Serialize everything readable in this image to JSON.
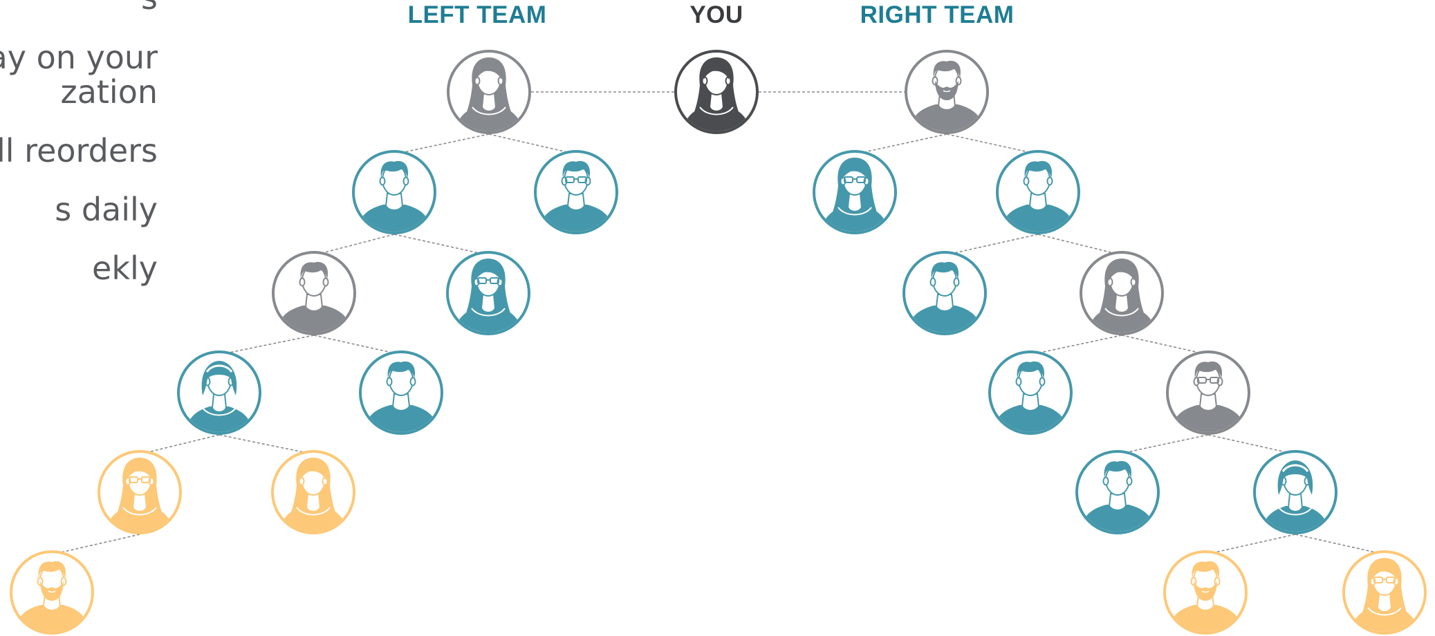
{
  "bullets": [
    {
      "text": "s"
    },
    {
      "text": "ay on your"
    },
    {
      "text": "zation"
    },
    {
      "text": "ll reorders"
    },
    {
      "text": "s daily"
    },
    {
      "text": "ekly"
    }
  ],
  "headers": {
    "left_team": "LEFT TEAM",
    "you": "YOU",
    "right_team": "RIGHT TEAM"
  },
  "colors": {
    "teal": "#4598ab",
    "gray": "#86898d",
    "dark": "#4a4c4f",
    "gold": "#fdc877",
    "header_teal": "#1e7d93",
    "header_dark": "#3a3b3e",
    "connector": "#8a8a8a"
  },
  "nodes": [
    {
      "id": "you",
      "name": "you-avatar",
      "color": "dark",
      "gender": "female",
      "hair": "long",
      "glasses": false,
      "beard": false,
      "headband": false
    },
    {
      "id": "L0",
      "name": "left-team-root-avatar",
      "color": "gray",
      "gender": "female",
      "hair": "long",
      "glasses": false,
      "beard": false,
      "headband": false
    },
    {
      "id": "L1a",
      "name": "left-member-avatar",
      "color": "teal",
      "gender": "male",
      "hair": "short",
      "glasses": false,
      "beard": false,
      "headband": false
    },
    {
      "id": "L1b",
      "name": "left-member-avatar",
      "color": "teal",
      "gender": "male",
      "hair": "short",
      "glasses": true,
      "beard": false,
      "headband": false
    },
    {
      "id": "L2a",
      "name": "left-member-avatar",
      "color": "gray",
      "gender": "male",
      "hair": "short",
      "glasses": false,
      "beard": false,
      "headband": false
    },
    {
      "id": "L2b",
      "name": "left-member-avatar",
      "color": "teal",
      "gender": "female",
      "hair": "long",
      "glasses": true,
      "beard": false,
      "headband": false
    },
    {
      "id": "L3a",
      "name": "left-member-avatar",
      "color": "teal",
      "gender": "female",
      "hair": "bob",
      "glasses": false,
      "beard": false,
      "headband": true
    },
    {
      "id": "L3b",
      "name": "left-member-avatar",
      "color": "teal",
      "gender": "male",
      "hair": "short",
      "glasses": false,
      "beard": false,
      "headband": false
    },
    {
      "id": "L4a",
      "name": "left-member-avatar",
      "color": "gold",
      "gender": "female",
      "hair": "long",
      "glasses": true,
      "beard": false,
      "headband": false
    },
    {
      "id": "L4b",
      "name": "left-member-avatar",
      "color": "gold",
      "gender": "female",
      "hair": "long",
      "glasses": false,
      "beard": false,
      "headband": false
    },
    {
      "id": "L5a",
      "name": "left-member-avatar",
      "color": "gold",
      "gender": "male",
      "hair": "short",
      "glasses": false,
      "beard": true,
      "headband": false
    },
    {
      "id": "R0",
      "name": "right-team-root-avatar",
      "color": "gray",
      "gender": "male",
      "hair": "short",
      "glasses": false,
      "beard": true,
      "headband": false
    },
    {
      "id": "R1a",
      "name": "right-member-avatar",
      "color": "teal",
      "gender": "female",
      "hair": "long",
      "glasses": true,
      "beard": false,
      "headband": false
    },
    {
      "id": "R1b",
      "name": "right-member-avatar",
      "color": "teal",
      "gender": "male",
      "hair": "short",
      "glasses": false,
      "beard": false,
      "headband": false
    },
    {
      "id": "R2a",
      "name": "right-member-avatar",
      "color": "teal",
      "gender": "male",
      "hair": "short",
      "glasses": false,
      "beard": false,
      "headband": false
    },
    {
      "id": "R2b",
      "name": "right-member-avatar",
      "color": "gray",
      "gender": "female",
      "hair": "long",
      "glasses": false,
      "beard": false,
      "headband": false
    },
    {
      "id": "R3a",
      "name": "right-member-avatar",
      "color": "teal",
      "gender": "male",
      "hair": "short",
      "glasses": false,
      "beard": false,
      "headband": false
    },
    {
      "id": "R3b",
      "name": "right-member-avatar",
      "color": "gray",
      "gender": "male",
      "hair": "short",
      "glasses": true,
      "beard": false,
      "headband": false
    },
    {
      "id": "R4a",
      "name": "right-member-avatar",
      "color": "teal",
      "gender": "male",
      "hair": "short",
      "glasses": false,
      "beard": false,
      "headband": false
    },
    {
      "id": "R4b",
      "name": "right-member-avatar",
      "color": "teal",
      "gender": "female",
      "hair": "bob",
      "glasses": false,
      "beard": false,
      "headband": true
    },
    {
      "id": "R5a",
      "name": "right-member-avatar",
      "color": "gold",
      "gender": "male",
      "hair": "short",
      "glasses": false,
      "beard": true,
      "headband": false
    },
    {
      "id": "R5b",
      "name": "right-member-avatar",
      "color": "gold",
      "gender": "female",
      "hair": "long",
      "glasses": true,
      "beard": false,
      "headband": false
    }
  ],
  "links": [
    [
      "you",
      "L0",
      "straight"
    ],
    [
      "you",
      "R0",
      "straight"
    ],
    [
      "L0",
      "L1a",
      "tree"
    ],
    [
      "L0",
      "L1b",
      "tree"
    ],
    [
      "L1a",
      "L2a",
      "tree"
    ],
    [
      "L1a",
      "L2b",
      "tree"
    ],
    [
      "L2a",
      "L3a",
      "tree"
    ],
    [
      "L2a",
      "L3b",
      "tree"
    ],
    [
      "L3a",
      "L4a",
      "tree"
    ],
    [
      "L3a",
      "L4b",
      "tree"
    ],
    [
      "L4a",
      "L5a",
      "tree"
    ],
    [
      "R0",
      "R1a",
      "tree"
    ],
    [
      "R0",
      "R1b",
      "tree"
    ],
    [
      "R1b",
      "R2a",
      "tree"
    ],
    [
      "R1b",
      "R2b",
      "tree"
    ],
    [
      "R2b",
      "R3a",
      "tree"
    ],
    [
      "R2b",
      "R3b",
      "tree"
    ],
    [
      "R3b",
      "R4a",
      "tree"
    ],
    [
      "R3b",
      "R4b",
      "tree"
    ],
    [
      "R4b",
      "R5a",
      "tree"
    ],
    [
      "R4b",
      "R5b",
      "tree"
    ]
  ]
}
